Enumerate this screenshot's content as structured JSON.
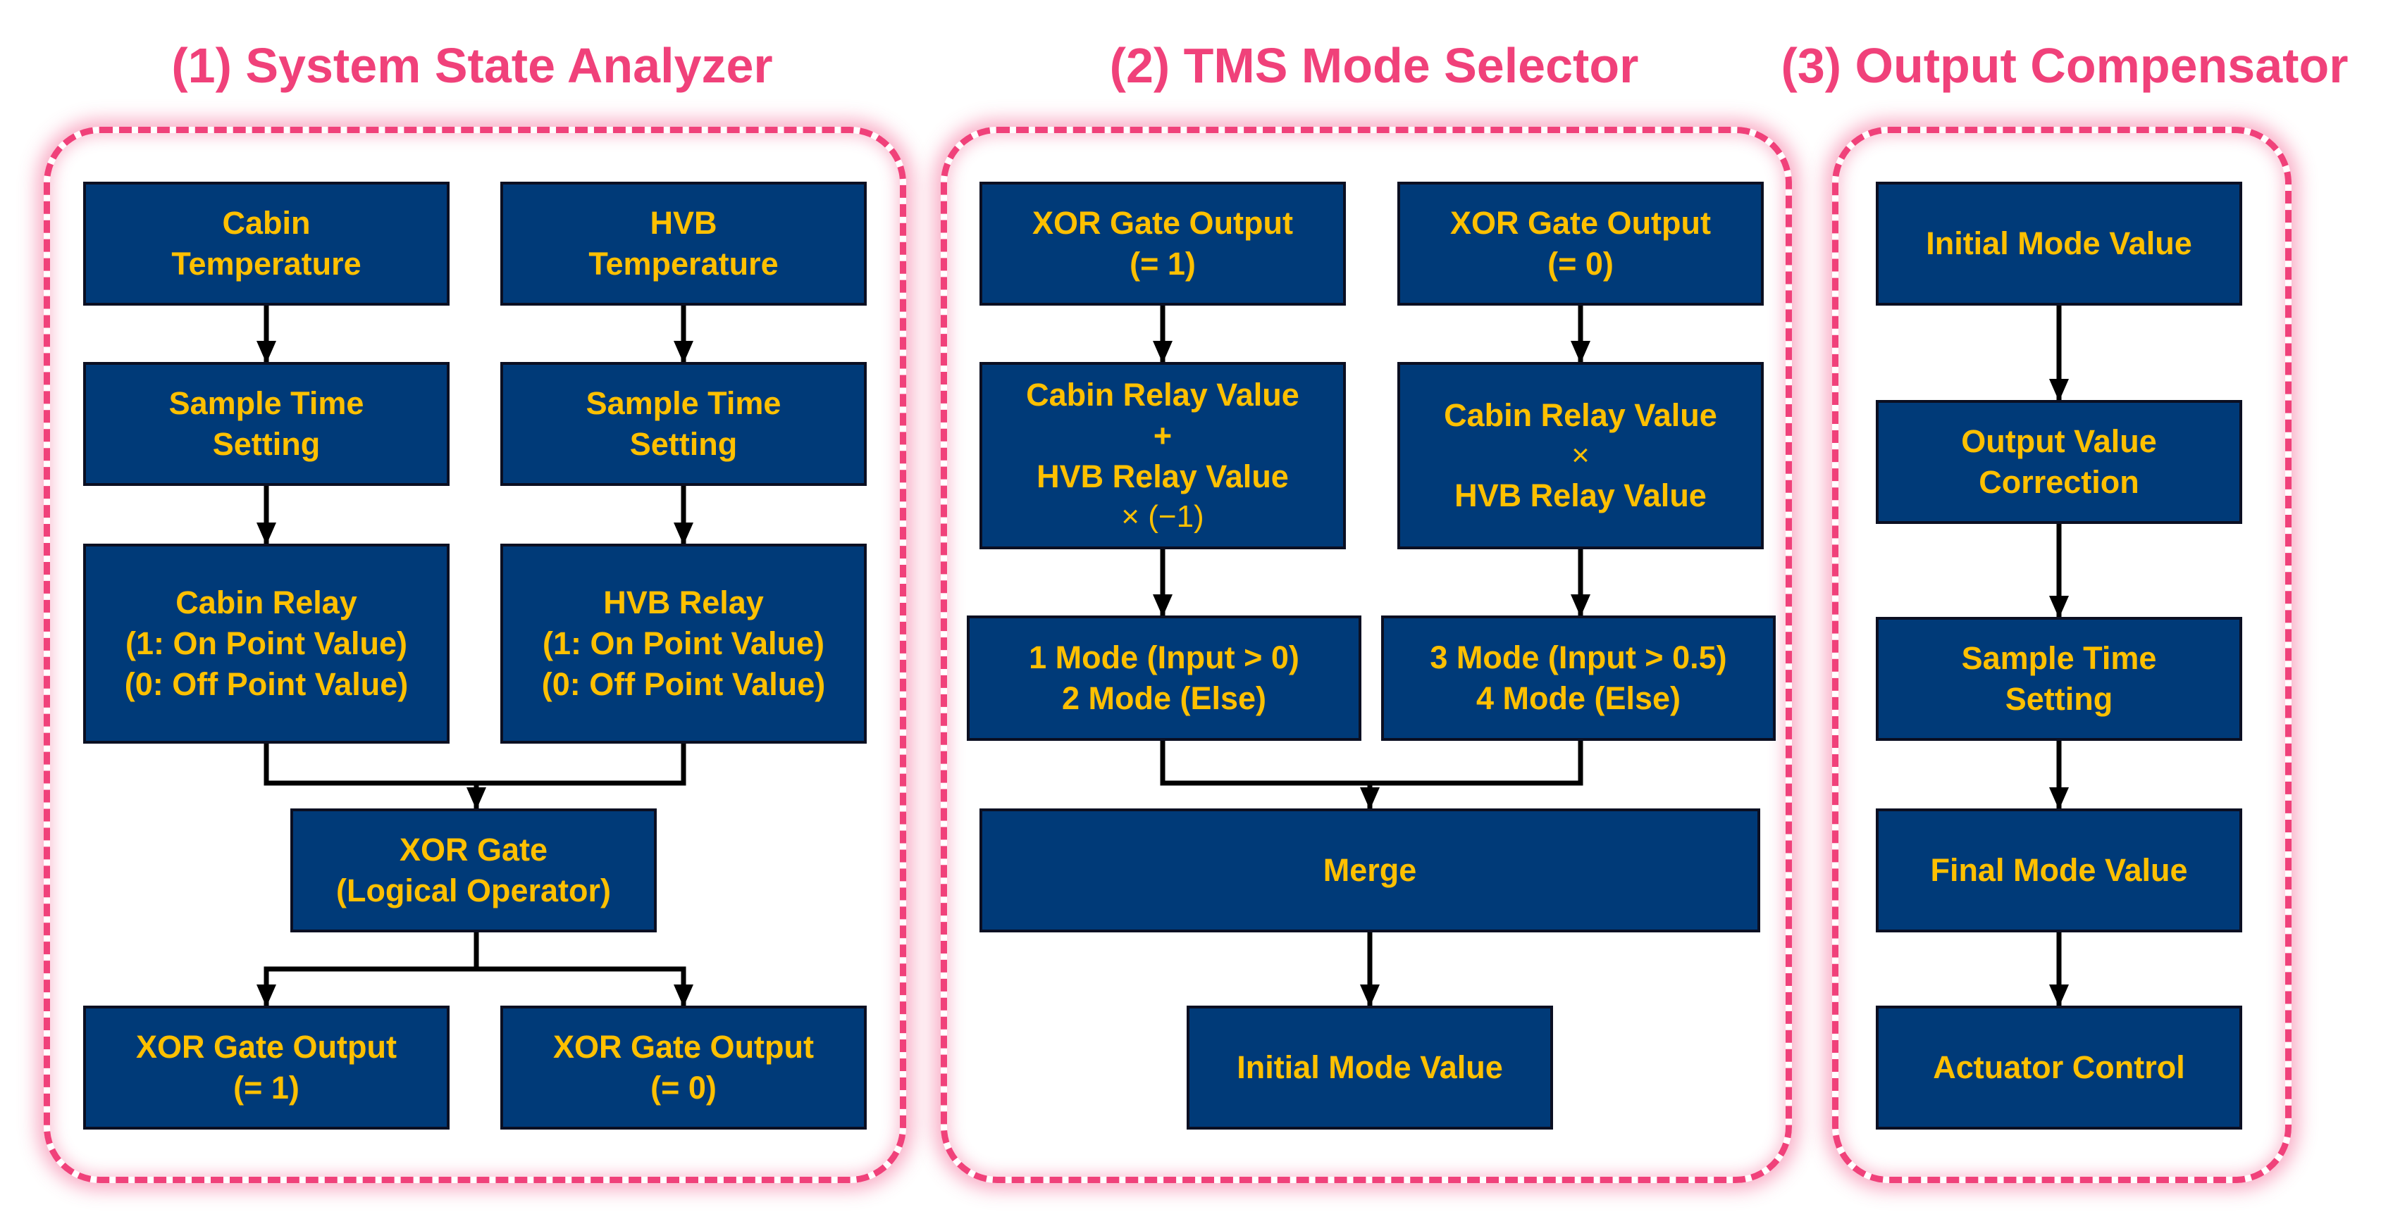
{
  "titles": {
    "analyzer": "(1) System State Analyzer",
    "selector": "(2) TMS Mode Selector",
    "compensator": "(3) Output Compensator"
  },
  "analyzer": {
    "cabin_temp": [
      "Cabin",
      "Temperature"
    ],
    "hvb_temp": [
      "HVB",
      "Temperature"
    ],
    "cabin_sample": [
      "Sample Time",
      "Setting"
    ],
    "hvb_sample": [
      "Sample Time",
      "Setting"
    ],
    "cabin_relay": [
      "Cabin Relay",
      "(1: On Point Value)",
      "(0: Off Point Value)"
    ],
    "hvb_relay": [
      "HVB Relay",
      "(1: On Point Value)",
      "(0: Off Point Value)"
    ],
    "xor_gate": [
      "XOR Gate",
      "(Logical Operator)"
    ],
    "xor_out_1": [
      "XOR Gate Output",
      "(= 1)"
    ],
    "xor_out_0": [
      "XOR Gate Output",
      "(= 0)"
    ]
  },
  "selector": {
    "xor_in_1": [
      "XOR Gate Output",
      "(= 1)"
    ],
    "xor_in_0": [
      "XOR Gate Output",
      "(= 0)"
    ],
    "sum_box": [
      "Cabin Relay Value",
      "+",
      "HVB Relay Value",
      "× (−1)"
    ],
    "product_box": [
      "Cabin Relay Value",
      "×",
      "HVB Relay Value"
    ],
    "mode12": [
      "1 Mode (Input > 0)",
      "2 Mode (Else)"
    ],
    "mode34": [
      "3 Mode (Input > 0.5)",
      "4 Mode (Else)"
    ],
    "merge": "Merge",
    "initial_mode": "Initial Mode Value"
  },
  "compensator": {
    "initial_mode": "Initial Mode Value",
    "correction": [
      "Output Value",
      "Correction"
    ],
    "sample": [
      "Sample Time",
      "Setting"
    ],
    "final_mode": "Final Mode Value",
    "actuator": "Actuator Control"
  },
  "colors": {
    "accent": "#f0417a",
    "box_fill": "#003a78",
    "box_text": "#ffc000",
    "box_border": "#0b0f22",
    "connector": "#000000"
  }
}
